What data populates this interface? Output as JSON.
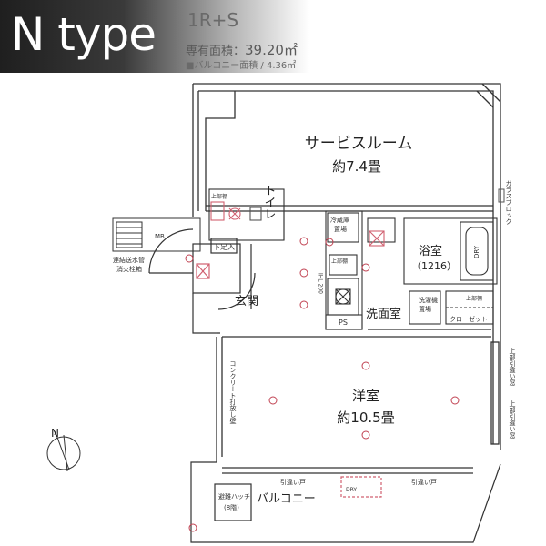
{
  "header": {
    "title": "N type",
    "unit_type": "1R+S",
    "area_label": "専有面積：",
    "area_value": "39.20㎡",
    "balcony_label": "■バルコニー面積 / 4.36㎡"
  },
  "rooms": {
    "service_room": "サービスルーム",
    "service_room_size": "約7.4畳",
    "toilet": "トイレ",
    "entrance": "玄関",
    "bath": "浴室",
    "bath_size": "（1216）",
    "washroom": "洗面室",
    "western_room": "洋室",
    "western_room_size": "約10.5畳",
    "balcony": "バルコニー"
  },
  "labels": {
    "glass_block": "ガラスブロック",
    "upper_sliding_window_1": "上部引違い窓",
    "upper_sliding_window_2": "上部引違い窓",
    "concrete_wall": "コンクリート打放し壁",
    "sliding_door_left": "引違い戸",
    "sliding_door_right": "引違い戸",
    "evac_hatch": "避難ハッチ",
    "evac_hatch_floor": "(8階)",
    "standpipe": "連結送水管",
    "standpipe_2": "消火栓箱",
    "shoe_box": "下足入",
    "closet": "クローゼット",
    "upper_shelf_1": "上部棚",
    "upper_shelf_2": "上部棚",
    "upper_shelf_3": "上部棚",
    "fridge": "冷蔵庫",
    "fridge_2": "置場",
    "washer": "洗濯機",
    "washer_2": "置場",
    "ps": "PS",
    "mb": "MB",
    "dry": "DRY",
    "dry_small": "DRY",
    "ihl": "IHL 200"
  }
}
